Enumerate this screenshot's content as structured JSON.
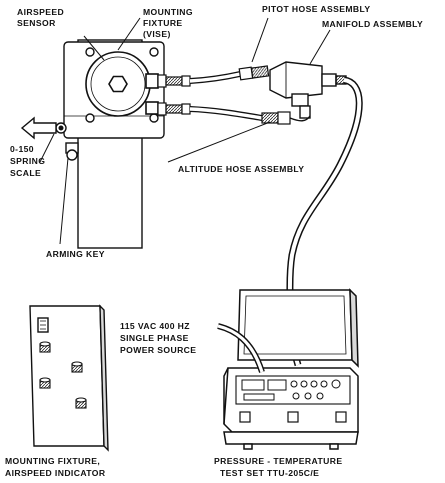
{
  "colors": {
    "ink": "#111111",
    "paper": "#ffffff",
    "shade": "#d9d9d9"
  },
  "labels": {
    "airspeed_sensor": [
      "AIRSPEED",
      "SENSOR"
    ],
    "mounting_fixture_vise": [
      "MOUNTING",
      "FIXTURE",
      "(VISE)"
    ],
    "pitot_hose_assembly": "PITOT HOSE ASSEMBLY",
    "manifold_assembly": "MANIFOLD ASSEMBLY",
    "spring_scale": [
      "0-150",
      "SPRING",
      "SCALE"
    ],
    "altitude_hose_assembly": "ALTITUDE HOSE ASSEMBLY",
    "arming_key": "ARMING KEY",
    "power_source": [
      "115 VAC 400 HZ",
      "SINGLE PHASE",
      "POWER SOURCE"
    ],
    "mounting_fixture_airspeed_indicator": [
      "MOUNTING FIXTURE,",
      "AIRSPEED INDICATOR"
    ],
    "test_set": [
      "PRESSURE - TEMPERATURE",
      "TEST SET TTU-205C/E"
    ]
  }
}
